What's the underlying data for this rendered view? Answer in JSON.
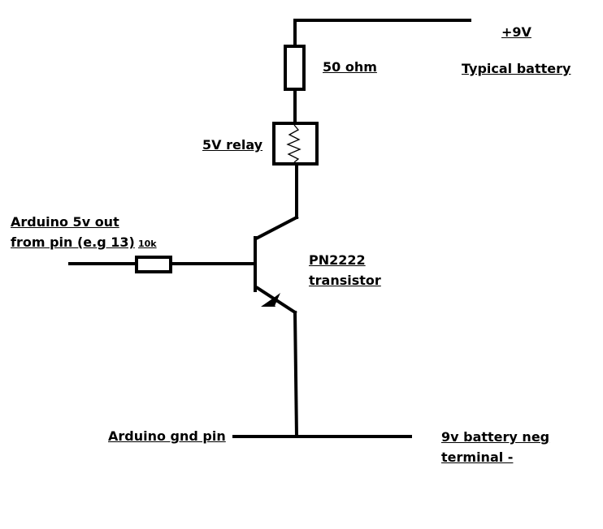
{
  "labels": {
    "plus_9v": "+9V",
    "typical_battery": "Typical battery",
    "resistor_50": "50 ohm",
    "relay": "5V relay",
    "arduino_out_line1": "Arduino 5v out",
    "arduino_out_line2": "from pin (e.g 13)",
    "base_resistor": "10k",
    "transistor_line1": "PN2222",
    "transistor_line2": "transistor",
    "arduino_gnd": "Arduino gnd pin",
    "battery_neg_line1": "9v battery neg",
    "battery_neg_line2": "terminal -"
  },
  "colors": {
    "ink": "#000000",
    "background": "#ffffff"
  }
}
